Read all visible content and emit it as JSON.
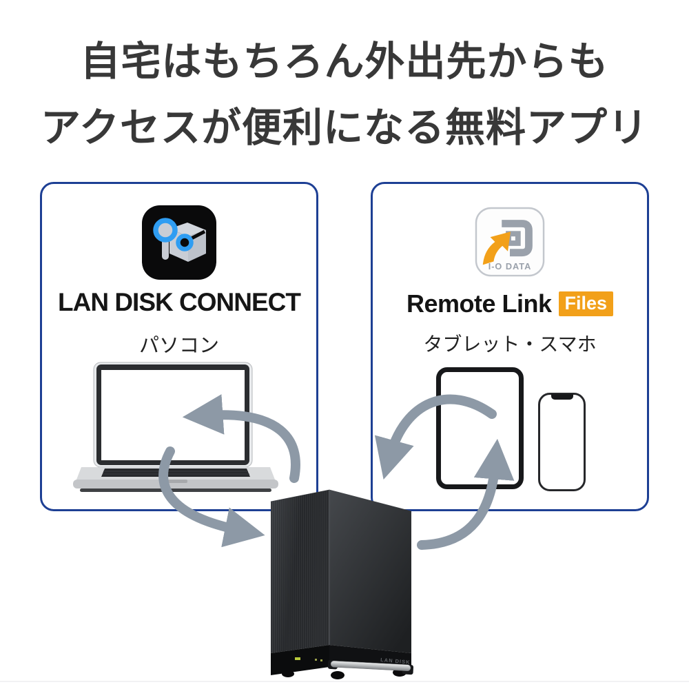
{
  "title": {
    "line1": "自宅はもちろん外出先からも",
    "line2": "アクセスが便利になる無料アプリ"
  },
  "panels": {
    "pc": {
      "app_name": "LAN DISK CONNECT",
      "device_label": "パソコン",
      "icon": "lan-disk-connect-app-icon"
    },
    "mobile": {
      "app_name": "Remote Link",
      "app_badge": "Files",
      "icon_brand": "I-O DATA",
      "device_label": "タブレット・スマホ",
      "icon": "remote-link-files-app-icon"
    }
  },
  "nas": {
    "model_label": "LAN DISK"
  },
  "icons": {
    "sync_arrows": "circular-sync-arrows",
    "laptop": "laptop-illustration",
    "tablet": "tablet-illustration",
    "phone": "smartphone-illustration",
    "nas": "nas-two-bay-device"
  },
  "colors": {
    "panel_border": "#1d3f94",
    "arrow_gray": "#8d99a6",
    "accent_orange": "#F2A019",
    "icon_blue": "#2f9df2",
    "title_text": "#383838"
  }
}
